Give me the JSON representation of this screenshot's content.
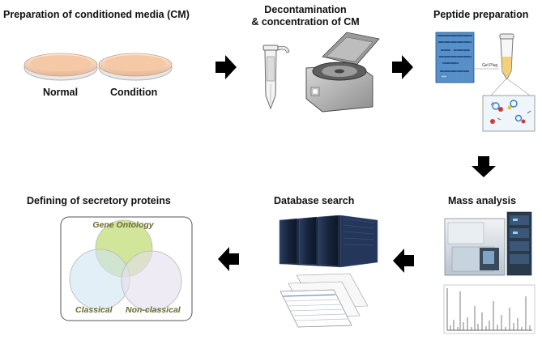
{
  "steps": {
    "step1": {
      "title": "Preparation of conditioned media (CM)",
      "dish_left_label": "Normal",
      "dish_right_label": "Condition"
    },
    "step2": {
      "title_line1": "Decontamination",
      "title_line2": "& concentration of CM"
    },
    "step3": {
      "title": "Peptide preparation",
      "callout_label": "Gel Plug"
    },
    "step4": {
      "title": "Mass analysis"
    },
    "step5": {
      "title": "Database search"
    },
    "step6": {
      "title": "Defining of secretory proteins",
      "venn_top": "Gene Ontology",
      "venn_left": "Classical",
      "venn_right": "Non-classical"
    }
  },
  "colors": {
    "dish_media": "#f6c9a6",
    "venn_top_fill": "#c9e08a",
    "venn_left_fill": "#cfe4f1",
    "venn_right_fill": "#e4dded",
    "venn_text": "#6b6a2c",
    "gel_blue": "#3a7cc0",
    "server_dark": "#1b2a44",
    "arrow": "#000000"
  }
}
